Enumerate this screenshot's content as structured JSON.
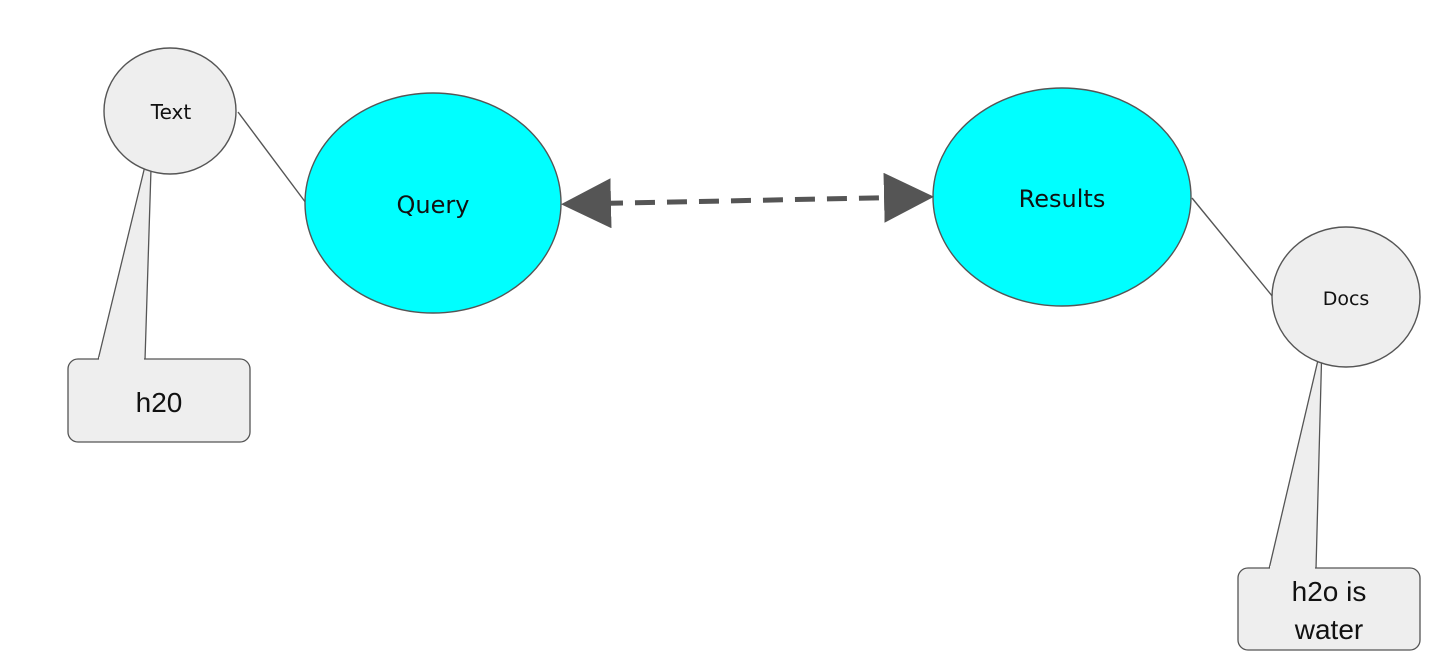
{
  "nodes": {
    "text": {
      "label": "Text"
    },
    "query": {
      "label": "Query"
    },
    "results": {
      "label": "Results"
    },
    "docs": {
      "label": "Docs"
    }
  },
  "callouts": {
    "text_value": {
      "label": "h20"
    },
    "docs_value": {
      "line1": "h2o is",
      "line2": "water"
    }
  },
  "colors": {
    "primary_fill": "#00ffff",
    "secondary_fill": "#eeeeee",
    "stroke": "#555555",
    "arrow": "#555555"
  }
}
